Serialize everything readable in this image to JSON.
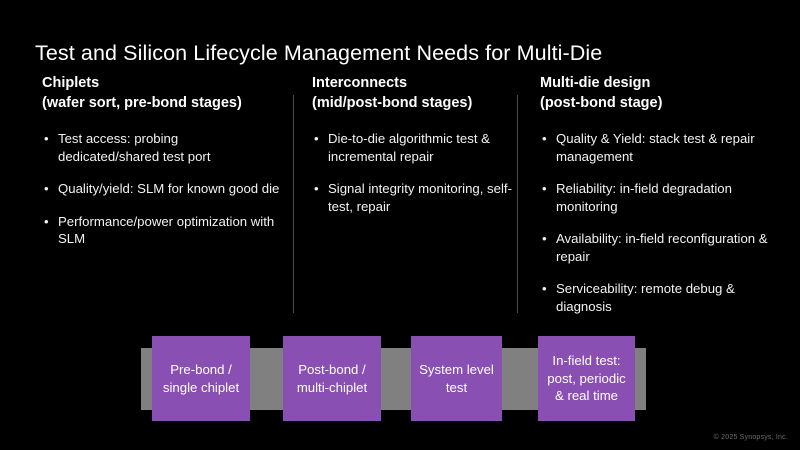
{
  "slide": {
    "title": "Test and Silicon Lifecycle Management Needs for Multi-Die",
    "background_color": "#000000",
    "accent_color": "#8a4fb3",
    "bar_color": "#808080",
    "divider_color": "#4a4a4a",
    "text_color": "#ffffff"
  },
  "columns": [
    {
      "heading": "Chiplets",
      "subheading": "(wafer sort, pre-bond stages)",
      "bullet_marker": "•",
      "bullets": [
        "Test access: probing dedicated/shared test port",
        "Quality/yield: SLM for known good die",
        "Performance/power optimization with SLM"
      ]
    },
    {
      "heading": "Interconnects",
      "subheading": "(mid/post-bond stages)",
      "bullet_marker": "•",
      "bullets": [
        "Die-to-die algorithmic test & incremental repair",
        "Signal integrity monitoring, self-test, repair"
      ]
    },
    {
      "heading": "Multi-die design",
      "subheading": "(post-bond stage)",
      "bullet_marker": "•",
      "bullets": [
        "Quality & Yield: stack test & repair management",
        "Reliability: in-field degradation monitoring",
        "Availability: in-field reconfiguration & repair",
        "Serviceability: remote debug & diagnosis"
      ]
    }
  ],
  "process_flow": {
    "stages": [
      {
        "label": "Pre-bond / single chiplet"
      },
      {
        "label": "Post-bond / multi-chiplet"
      },
      {
        "label": "System level test"
      },
      {
        "label": "In-field test: post, periodic & real time"
      }
    ]
  },
  "footer": {
    "copyright": "© 2025 Synopsys, Inc."
  }
}
